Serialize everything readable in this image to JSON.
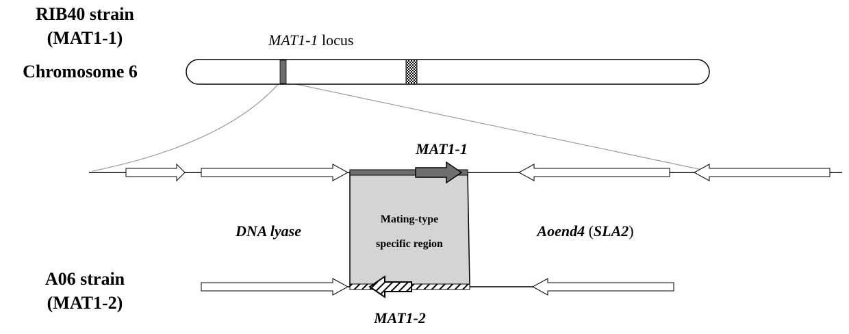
{
  "strains": {
    "top": {
      "line1": "RIB40 strain",
      "line2": "(MAT1-1)",
      "line3": "Chromosome 6"
    },
    "bottom": {
      "line1": "A06 strain",
      "line2": "(MAT1-2)"
    }
  },
  "locus": {
    "italic": "MAT1-1",
    "rest": " locus"
  },
  "genes": {
    "mat11": "MAT1-1",
    "mat12": "MAT1-2",
    "dna_lyase": "DNA lyase",
    "aoend4_italic": "Aoend4",
    "aoend4_paren_open": " (",
    "aoend4_sla2": "SLA2",
    "aoend4_paren_close": ")"
  },
  "region": {
    "line1": "Mating-type",
    "line2": "specific region"
  },
  "colors": {
    "locus_band": "#6e6e6e",
    "mat11_arrow": "#6e6e6e",
    "region_fill": "#d4d4d4",
    "outline": "#000000",
    "zoom_line": "#9a9a9a"
  }
}
